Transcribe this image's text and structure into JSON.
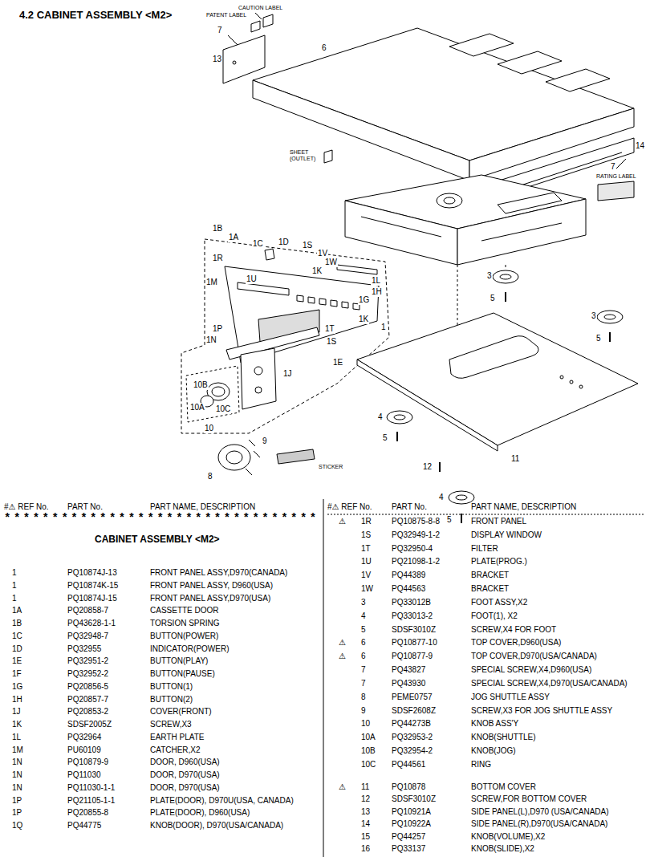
{
  "diagram": {
    "title": "4.2 CABINET ASSEMBLY <M2>",
    "labels": [
      "CAUTION LABEL",
      "PATENT LABEL",
      "7",
      "13",
      "6",
      "SHEET (OUTLET)",
      "14",
      "7",
      "RATING LABEL",
      "1B",
      "1A",
      "1R",
      "1D",
      "1C",
      "1S",
      "1V",
      "1W",
      "1K",
      "1L",
      "1H",
      "1G",
      "1M",
      "1U",
      "1K",
      "1",
      "1P",
      "1N",
      "1T",
      "1S",
      "1E",
      "1J",
      "10B",
      "10A",
      "10C",
      "10",
      "9",
      "8",
      "STICKER",
      "3",
      "5",
      "3",
      "5",
      "4",
      "5",
      "12",
      "11",
      "4",
      "5",
      "#⚠ REF No.",
      "PART No.",
      "PART NAME, DESCRIPTION",
      "*********************************",
      "CABINET ASSEMBLY <M2>",
      "1",
      "PQ10874J-13",
      "FRONT PANEL ASSY,D970(CANADA)",
      "1",
      "PQ10874K-15",
      "FRONT PANEL ASSY, D960(USA)",
      "1",
      "PQ10874J-15",
      "FRONT PANEL ASSY,D970(USA)",
      "1A",
      "PQ20858-7",
      "CASSETTE DOOR",
      "1B",
      "PQ43628-1-1",
      "TORSION SPRING",
      "1C",
      "PQ32948-7",
      "BUTTON(POWER)",
      "1D",
      "PQ32955",
      "INDICATOR(POWER)",
      "1E",
      "PQ32951-2",
      "BUTTON(PLAY)",
      "1F",
      "PQ32952-2",
      "BUTTON(PAUSE)",
      "1G",
      "PQ20856-5",
      "BUTTON(1)",
      "1H",
      "PQ20857-7",
      "BUTTON(2)",
      "1J",
      "PQ20853-2",
      "COVER(FRONT)",
      "1K",
      "SDSF2005Z",
      "SCREW,X3",
      "1L",
      "PQ32964",
      "EARTH PLATE",
      "1M",
      "PU60109",
      "CATCHER,X2",
      "1N",
      "PQ10879-9",
      "DOOR, D960(USA)",
      "1N",
      "PQ11030",
      "DOOR, D970(USA)",
      "1N",
      "PQ11030-1-1",
      "DOOR, D970(USA)",
      "1P",
      "PQ21105-1-1",
      "PLATE(DOOR), D970U(USA, CANADA)",
      "1P",
      "PQ20855-8",
      "PLATE(DOOR), D960(USA)",
      "1Q",
      "PQ44775",
      "KNOB(DOOR), D970(USA/CANADA)",
      "#⚠ REF No.",
      "PART No.",
      "PART NAME, DESCRIPTION",
      "⚠",
      "1R",
      "PQ10875-8-8",
      "FRONT PANEL",
      "1S",
      "PQ32949-1-2",
      "DISPLAY WINDOW",
      "1T",
      "PQ32950-4",
      "FILTER",
      "1U",
      "PQ21098-1-2",
      "PLATE(PROG.)",
      "1V",
      "PQ44389",
      "BRACKET",
      "1W",
      "PQ44563",
      "BRACKET",
      "3",
      "PQ33012B",
      "FOOT ASSY,X2",
      "4",
      "PQ33013-2",
      "FOOT(1), X2",
      "5",
      "SDSF3010Z",
      "SCREW,X4 FOR FOOT",
      "⚠",
      "6",
      "PQ10877-10",
      "TOP COVER,D960(USA)",
      "⚠",
      "6",
      "PQ10877-9",
      "TOP COVER,D970(USA/CANADA)",
      "7",
      "PQ43827",
      "SPECIAL SCREW,X4,D960(USA)",
      "7",
      "PQ43930",
      "SPECIAL SCREW,X4,D970(USA/CANADA)",
      "8",
      "PEME0757",
      "JOG SHUTTLE ASSY",
      "9",
      "SDSF2608Z",
      "SCREW,X3 FOR JOG SHUTTLE ASSY",
      "10",
      "PQ44273B",
      "KNOB ASS'Y",
      "10A",
      "PQ32953-2",
      "KNOB(SHUTTLE)",
      "10B",
      "PQ32954-2",
      "KNOB(JOG)",
      "10C",
      "PQ44561",
      "RING",
      "⚠",
      "11",
      "PQ10878",
      "BOTTOM COVER",
      "12",
      "SDSF3010Z",
      "SCREW,FOR BOTTOM COVER",
      "13",
      "PQ10921A",
      "SIDE PANEL(L),D970 (USA/CANADA)",
      "14",
      "PQ10922A",
      "SIDE PANEL(R),D970(USA/CANADA)",
      "15",
      "PQ44257",
      "KNOB(VOLUME),X2",
      "16",
      "PQ33137",
      "KNOB(SLIDE),X2"
    ]
  }
}
